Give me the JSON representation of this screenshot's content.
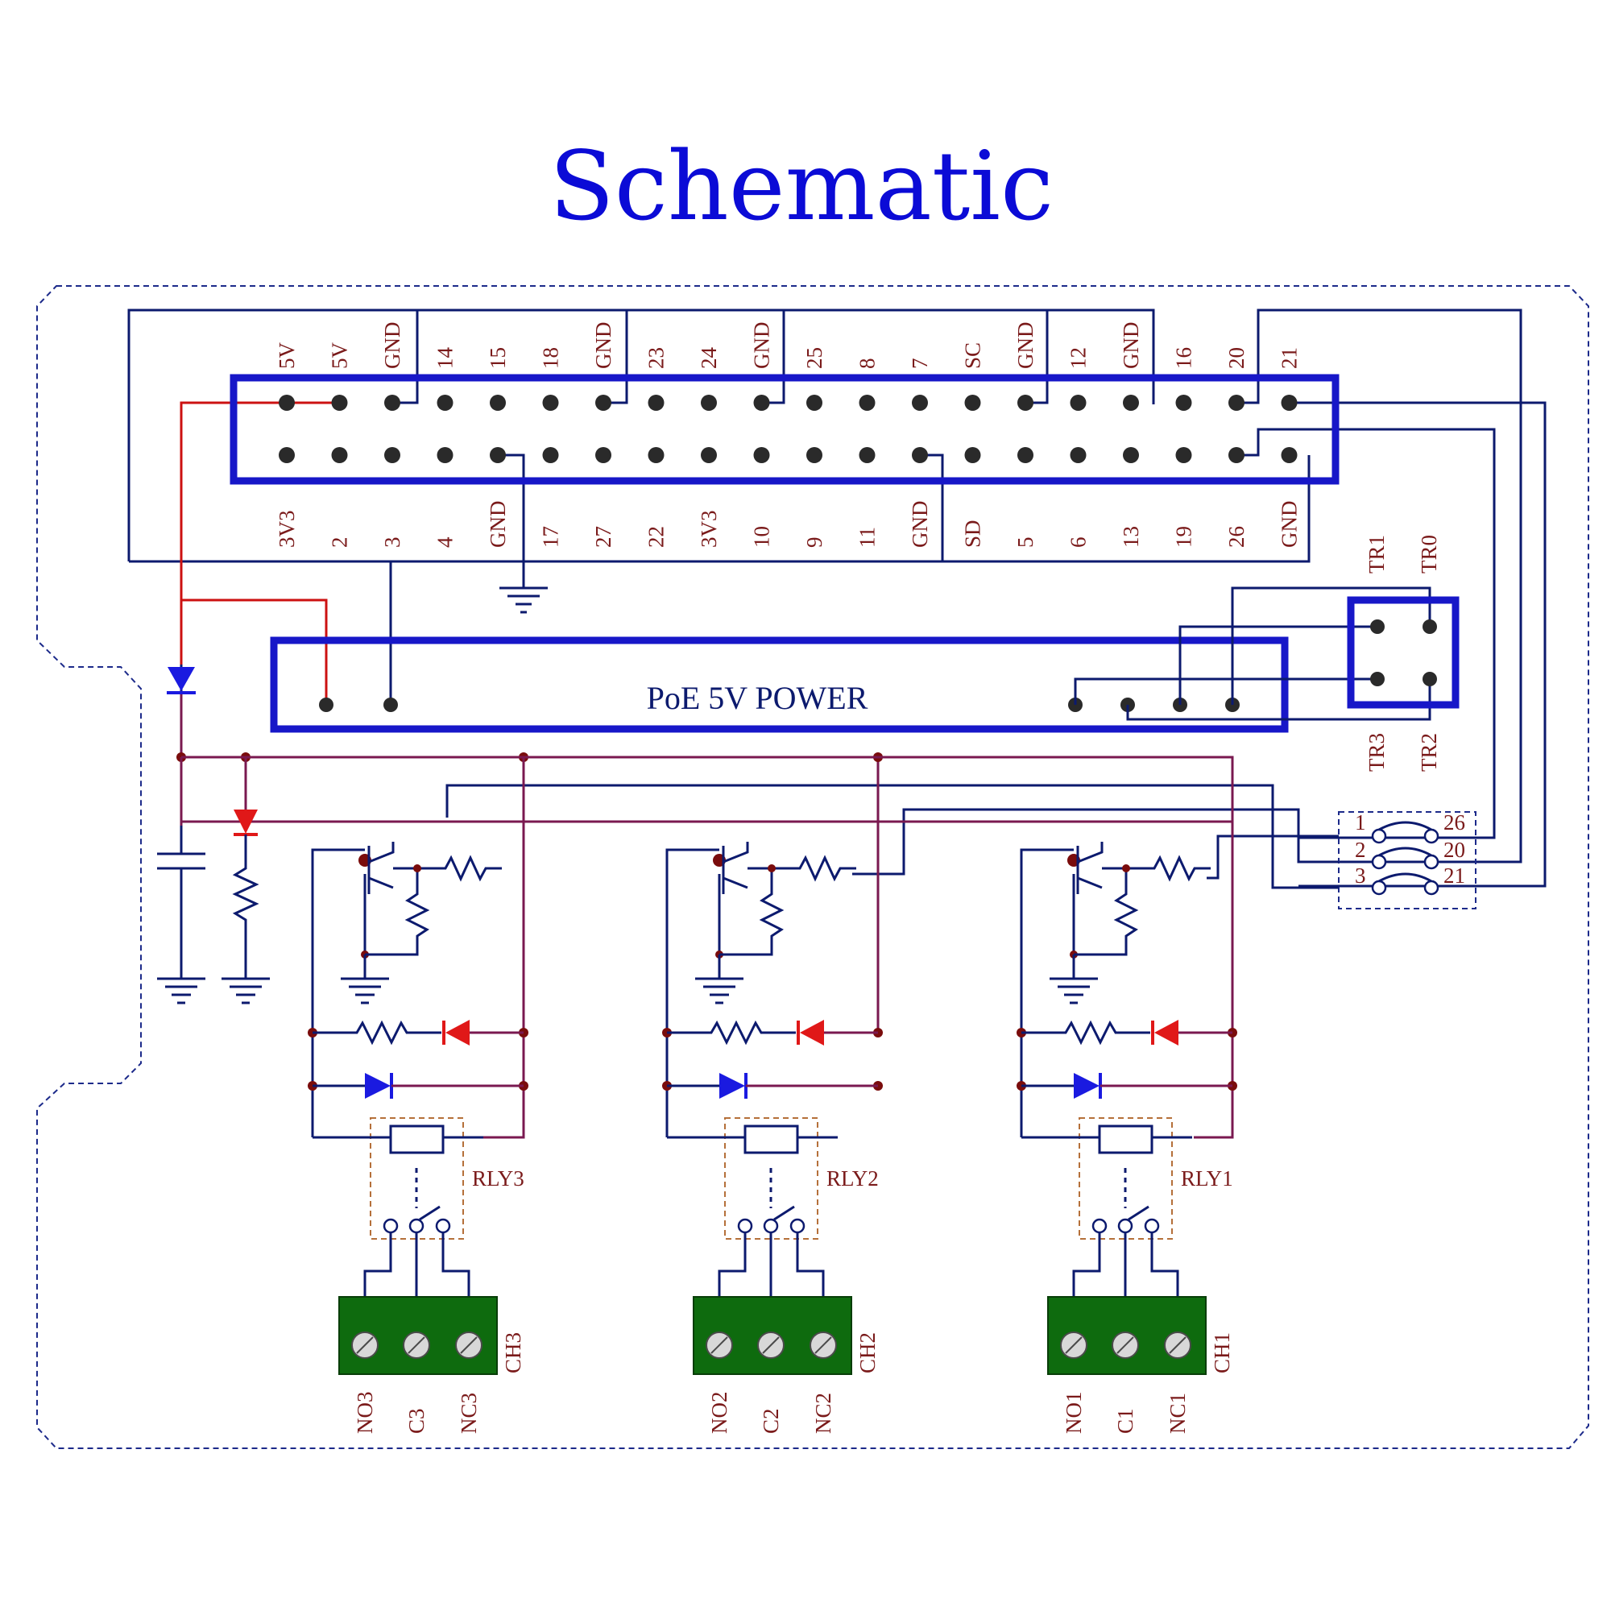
{
  "title": "Schematic",
  "header": {
    "top_labels": [
      "5V",
      "5V",
      "GND",
      "14",
      "15",
      "18",
      "GND",
      "23",
      "24",
      "GND",
      "25",
      "8",
      "7",
      "SC",
      "GND",
      "12",
      "GND",
      "16",
      "20",
      "21"
    ],
    "bottom_labels": [
      "3V3",
      "2",
      "3",
      "4",
      "GND",
      "17",
      "27",
      "22",
      "3V3",
      "10",
      "9",
      "11",
      "GND",
      "SD",
      "5",
      "6",
      "13",
      "19",
      "26",
      "GND"
    ]
  },
  "poe": {
    "label": "PoE 5V POWER"
  },
  "transformer": {
    "labels": [
      "TR1",
      "TR0",
      "TR3",
      "TR2"
    ]
  },
  "jumper": {
    "left": [
      "1",
      "2",
      "3"
    ],
    "right": [
      "26",
      "20",
      "21"
    ]
  },
  "channels": [
    {
      "relay": "RLY3",
      "terminal": "CH3",
      "pins": [
        "NO3",
        "C3",
        "NC3"
      ]
    },
    {
      "relay": "RLY2",
      "terminal": "CH2",
      "pins": [
        "NO2",
        "C2",
        "NC2"
      ]
    },
    {
      "relay": "RLY1",
      "terminal": "CH1",
      "pins": [
        "NO1",
        "C1",
        "NC1"
      ]
    }
  ],
  "colors": {
    "title": "#0b0bd6",
    "wire": "#0c1a6e",
    "power_wire": "#7a1950",
    "red_wire": "#cc1111",
    "led": "#e01818",
    "diode": "#1a1ae0",
    "terminal": "#0e6b0e"
  }
}
